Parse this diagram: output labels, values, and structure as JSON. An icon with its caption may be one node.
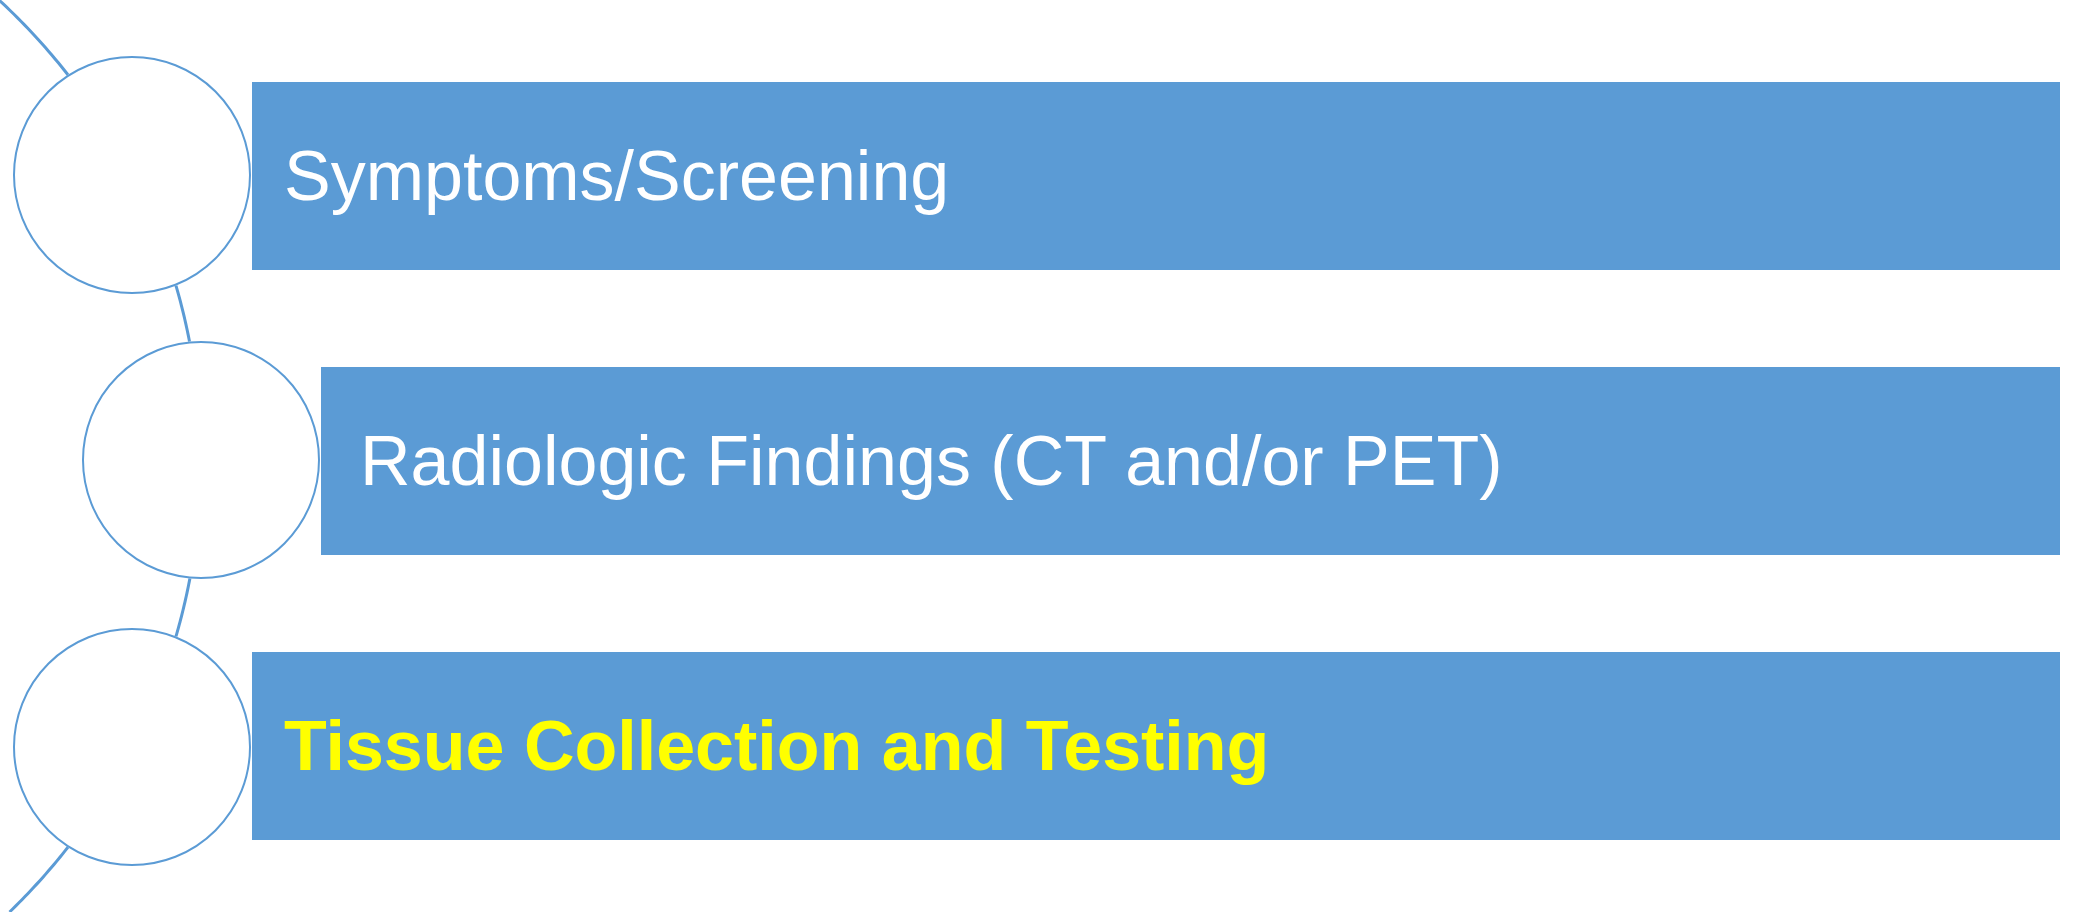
{
  "diagram": {
    "nodes": [
      {
        "text": [],
        "shape": "circle"
      },
      {
        "text": [
          "Symptoms/Screening"
        ]
      },
      {
        "text": [],
        "shape": "circle"
      },
      {
        "text": [
          "Radiologic Findings (CT and/or PET)"
        ]
      },
      {
        "text": [],
        "shape": "circle"
      },
      {
        "text": [
          "Tissue Collection and Testing"
        ]
      }
    ],
    "edges": [
      {
        "from": 0,
        "to": 2,
        "arrow": "none"
      },
      {
        "from": 2,
        "to": 4,
        "arrow": "none"
      }
    ]
  }
}
